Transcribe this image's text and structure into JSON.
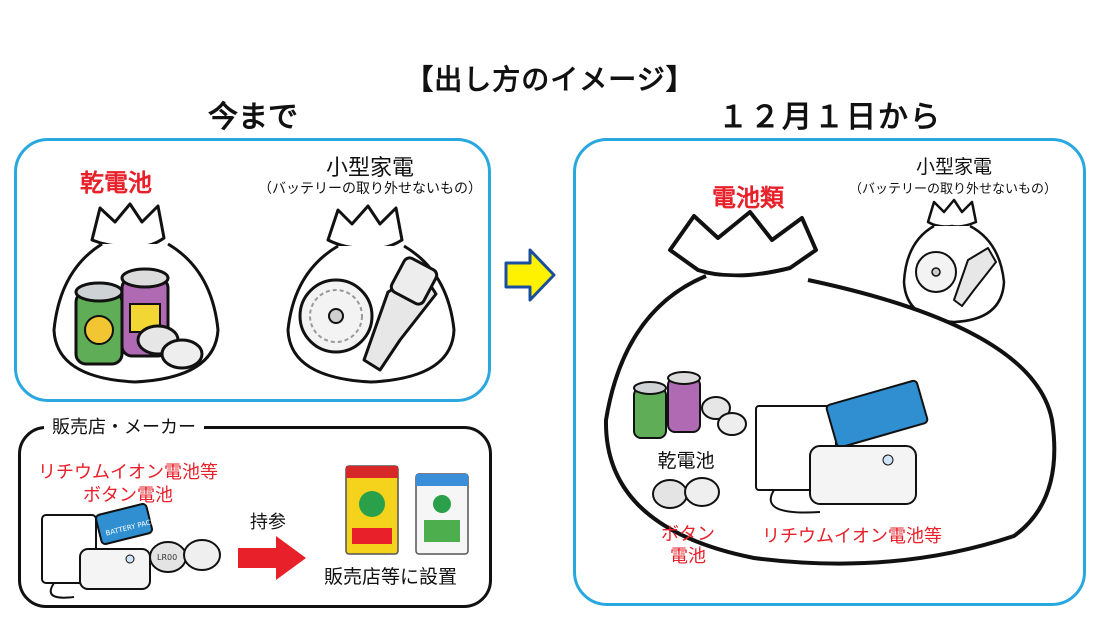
{
  "title": "【出し方のイメージ】",
  "before": {
    "heading": "今まで",
    "dry_battery_label": "乾電池",
    "small_appliance_label": "小型家電",
    "small_appliance_note": "（バッテリーの取り外せないもの）"
  },
  "after": {
    "heading": "１２月１日から",
    "battery_types_label": "電池類",
    "small_appliance_label": "小型家電",
    "small_appliance_note": "（バッテリーの取り外せないもの）",
    "dry_battery_label": "乾電池",
    "button_battery_line1": "ボタン",
    "button_battery_line2": "電池",
    "lithium_label": "リチウムイオン電池等"
  },
  "store": {
    "title": "販売店・メーカー",
    "lithium_line1": "リチウムイオン電池等",
    "lithium_line2": "ボタン電池",
    "bring_label": "持参",
    "placed_label": "販売店等に設置",
    "pack_text": "BATTERY PACK",
    "coin_text": "LR00"
  },
  "colors": {
    "panel_border": "#29a8e0",
    "accent_red": "#e8202a",
    "arrow_yellow": "#fff200"
  }
}
